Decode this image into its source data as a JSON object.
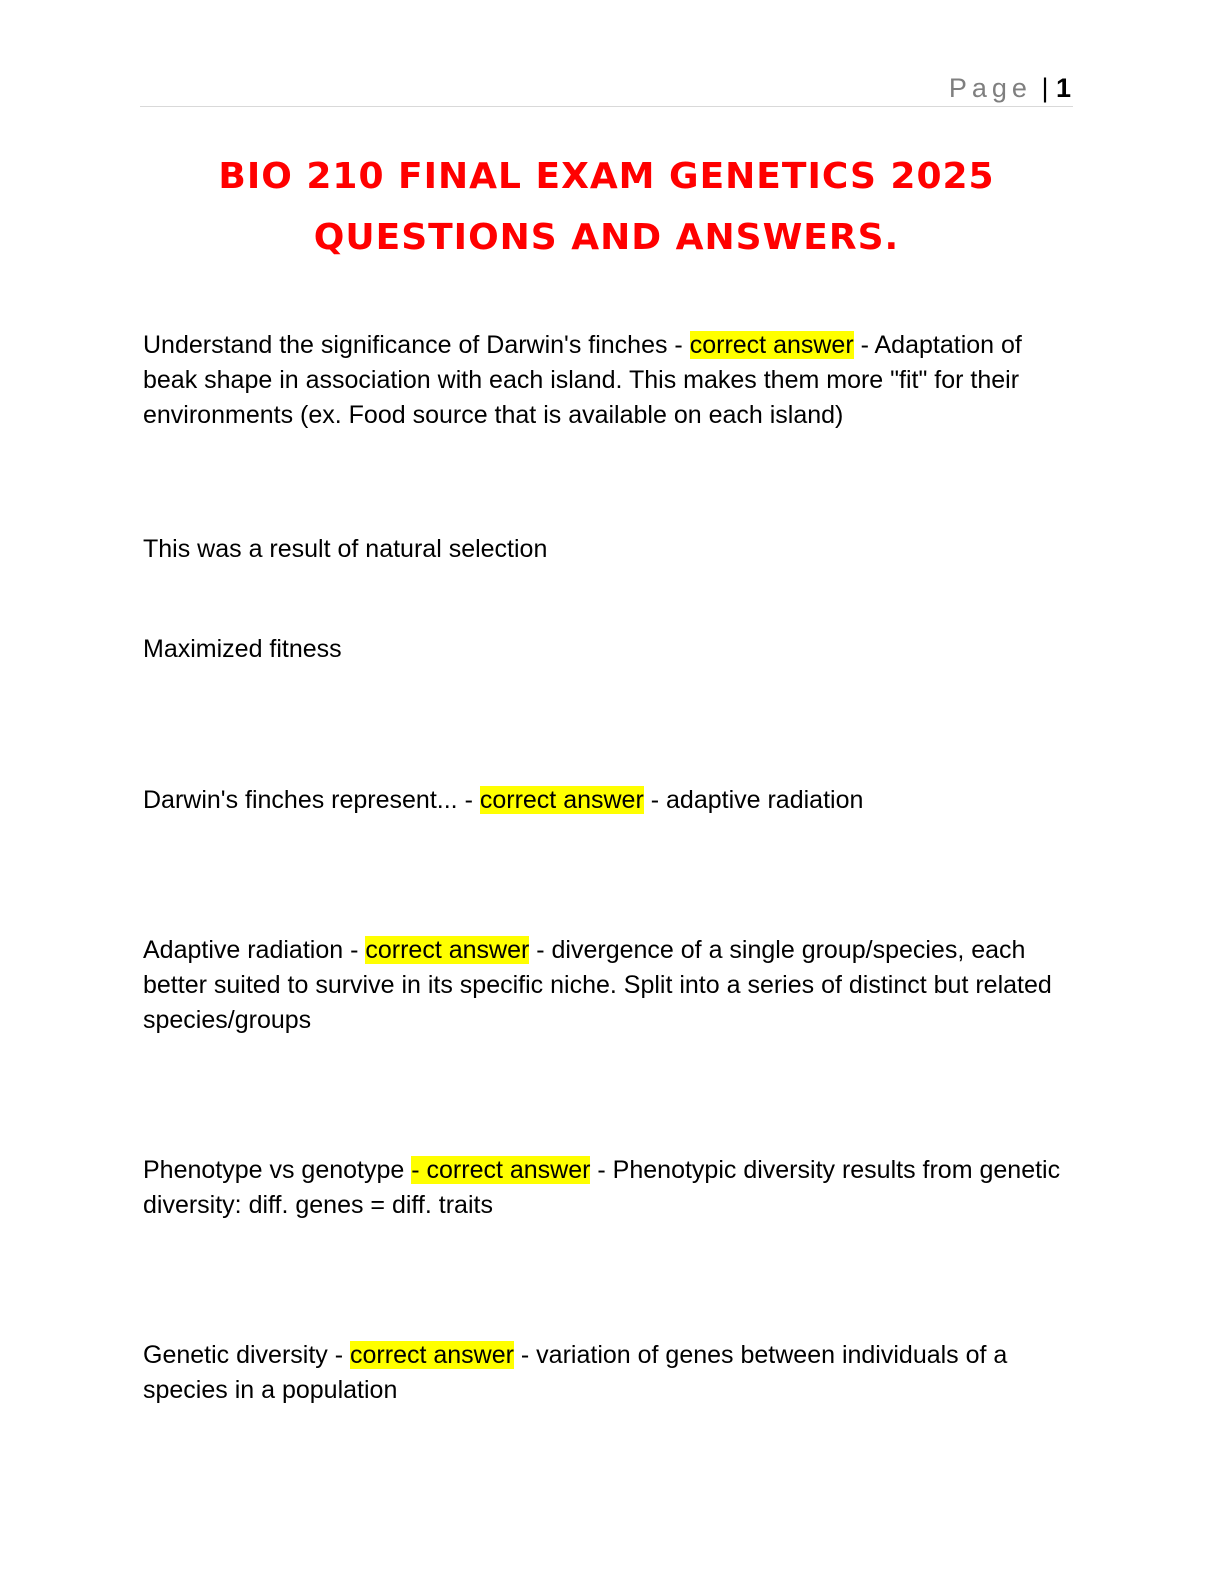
{
  "header": {
    "page_word": "Page",
    "page_separator": "|",
    "page_number": "1"
  },
  "title": {
    "line1": "BIO 210 FINAL EXAM GENETICS 2025",
    "line2": "QUESTIONS AND ANSWERS."
  },
  "highlight_color": "#ffff00",
  "title_color": "#ff0000",
  "entries": [
    {
      "question": "Understand the significance of Darwin's finches - ",
      "highlight": "correct answer",
      "answer": " - Adaptation of beak shape in association with each island. This makes them more \"fit\" for their environments (ex. Food source that is available on each island)"
    },
    {
      "text": "This was a result of natural selection"
    },
    {
      "text": "Maximized fitness"
    },
    {
      "question": "Darwin's finches represent... - ",
      "highlight": "correct answer",
      "answer": " - adaptive radiation"
    },
    {
      "question": "Adaptive radiation - ",
      "highlight": "correct answer",
      "answer": " - divergence of a single group/species, each better suited to survive in its specific niche. Split into a series of distinct but related species/groups"
    },
    {
      "question": "Phenotype vs genotype ",
      "highlight": "- correct answer",
      "answer": " - Phenotypic diversity results from genetic diversity: diff. genes = diff. traits"
    },
    {
      "question": "Genetic diversity - ",
      "highlight": "correct answer",
      "answer": " - variation of genes between individuals of a species in a population"
    }
  ]
}
